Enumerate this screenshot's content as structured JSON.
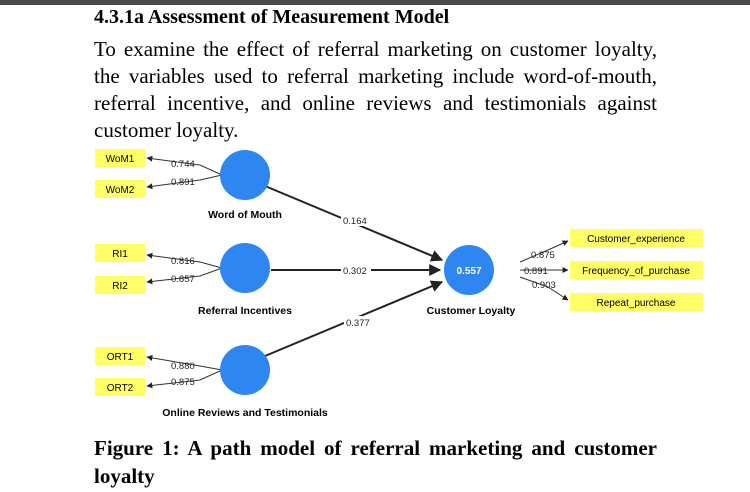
{
  "document": {
    "heading": "4.3.1a Assessment of Measurement Model",
    "paragraph": "To examine the effect of referral marketing on customer loyalty, the variables used to referral marketing include word-of-mouth, referral incentive, and online reviews and testimonials against customer loyalty.",
    "figure_caption": "Figure 1: A path model of referral marketing and customer loyalty"
  },
  "diagram": {
    "constructs": {
      "wom": {
        "label": "Word of Mouth",
        "value": ""
      },
      "ri": {
        "label": "Referral Incentives",
        "value": ""
      },
      "ort": {
        "label": "Online Reviews and Testimonials",
        "value": ""
      },
      "cl": {
        "label": "Customer Loyalty",
        "value": "0.557"
      }
    },
    "indicators": {
      "wom1": {
        "label": "WoM1",
        "loading": "0.744"
      },
      "wom2": {
        "label": "WoM2",
        "loading": "0.891"
      },
      "ri1": {
        "label": "RI1",
        "loading": "0.816"
      },
      "ri2": {
        "label": "RI2",
        "loading": "0.857"
      },
      "ort1": {
        "label": "ORT1",
        "loading": "0.880"
      },
      "ort2": {
        "label": "ORT2",
        "loading": "0.875"
      },
      "cx": {
        "label": "Customer_experience",
        "loading": "0.875"
      },
      "fp": {
        "label": "Frequency_of_purchase",
        "loading": "0.891"
      },
      "rp": {
        "label": "Repeat_purchase",
        "loading": "0.903"
      }
    },
    "paths": {
      "wom_cl": "0.164",
      "ri_cl": "0.302",
      "ort_cl": "0.377"
    },
    "colors": {
      "construct_fill": "#2f86f0",
      "indicator_fill": "#ffff66",
      "line": "#222222"
    }
  }
}
